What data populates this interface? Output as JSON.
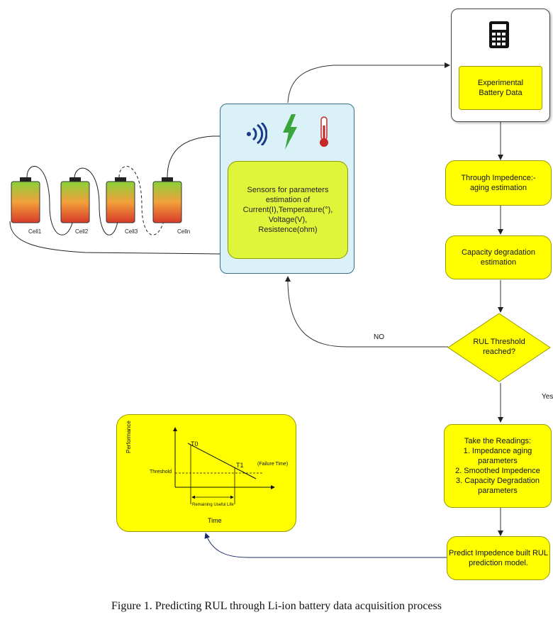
{
  "caption": "Figure 1. Predicting RUL through Li-ion battery data acquisition process",
  "experimental_data": {
    "label": "Experimental\nBattery Data"
  },
  "sensors": {
    "label": "Sensors for parameters\nestimation of\nCurrent(I),Temperature(°),\nVoltage(V),\nResistence(ohm)"
  },
  "aging": {
    "label": "Through Impedence:-\naging estimation"
  },
  "capacity": {
    "label": "Capacity degradation\nestimation"
  },
  "threshold": {
    "label": "RUL Threshold\nreached?"
  },
  "readings": {
    "label": "Take the Readings:\n1. Impedance aging\nparameters\n2. Smoothed Impedence\n3. Capacity Degradation\nparameters"
  },
  "predict": {
    "label": "Predict Impedence built RUL\nprediction model."
  },
  "branches": {
    "no": "NO",
    "yes": "Yes"
  },
  "cells": [
    "Cell1",
    "Cell2",
    "Cell3",
    "Celln"
  ],
  "rul_chart": {
    "ylabel": "Performance",
    "xlabel": "Time",
    "t0": "T0",
    "t1": "T1",
    "failure_time": "(Failure Time)",
    "threshold": "Threshold",
    "rul_label": "Remaining Useful Life"
  },
  "icons": [
    "calculator-icon",
    "wireless-signal-icon",
    "lightning-icon",
    "thermometer-icon",
    "battery-cell-icon"
  ]
}
